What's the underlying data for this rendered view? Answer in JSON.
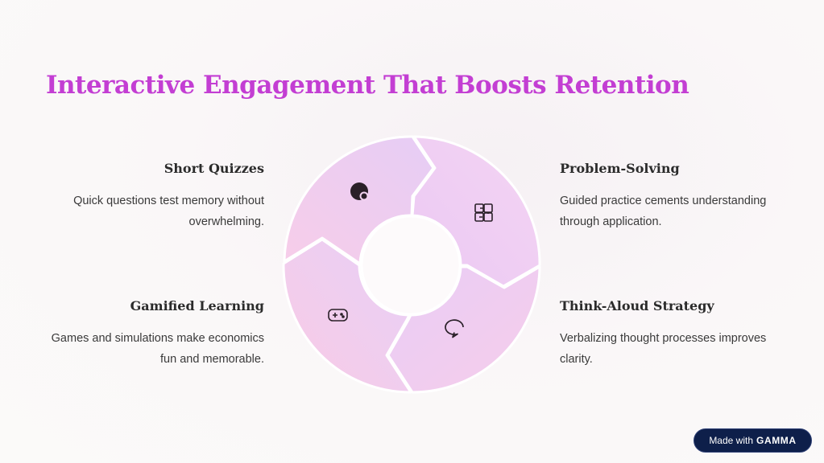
{
  "title": "Interactive Engagement That Boosts Retention",
  "colors": {
    "title": "#c33ed3",
    "segment_light": "#f2d2f2",
    "segment_dark": "#e7c9f3",
    "badge_bg": "#0e1f4a"
  },
  "items": [
    {
      "heading": "Short Quizzes",
      "lines": [
        "Quick questions test memory without",
        "overwhelming."
      ],
      "icon": "quiz-icon"
    },
    {
      "heading": "Problem-Solving",
      "lines": [
        "Guided practice cements understanding",
        "through application."
      ],
      "icon": "puzzle-icon"
    },
    {
      "heading": "Gamified Learning",
      "lines": [
        "Games and simulations make economics",
        "fun and memorable."
      ],
      "icon": "gamepad-icon"
    },
    {
      "heading": "Think-Aloud Strategy",
      "lines": [
        "Verbalizing thought processes improves",
        "clarity."
      ],
      "icon": "chat-bubble-icon"
    }
  ],
  "badge": {
    "prefix": "Made with",
    "brand": "GAMMA"
  }
}
